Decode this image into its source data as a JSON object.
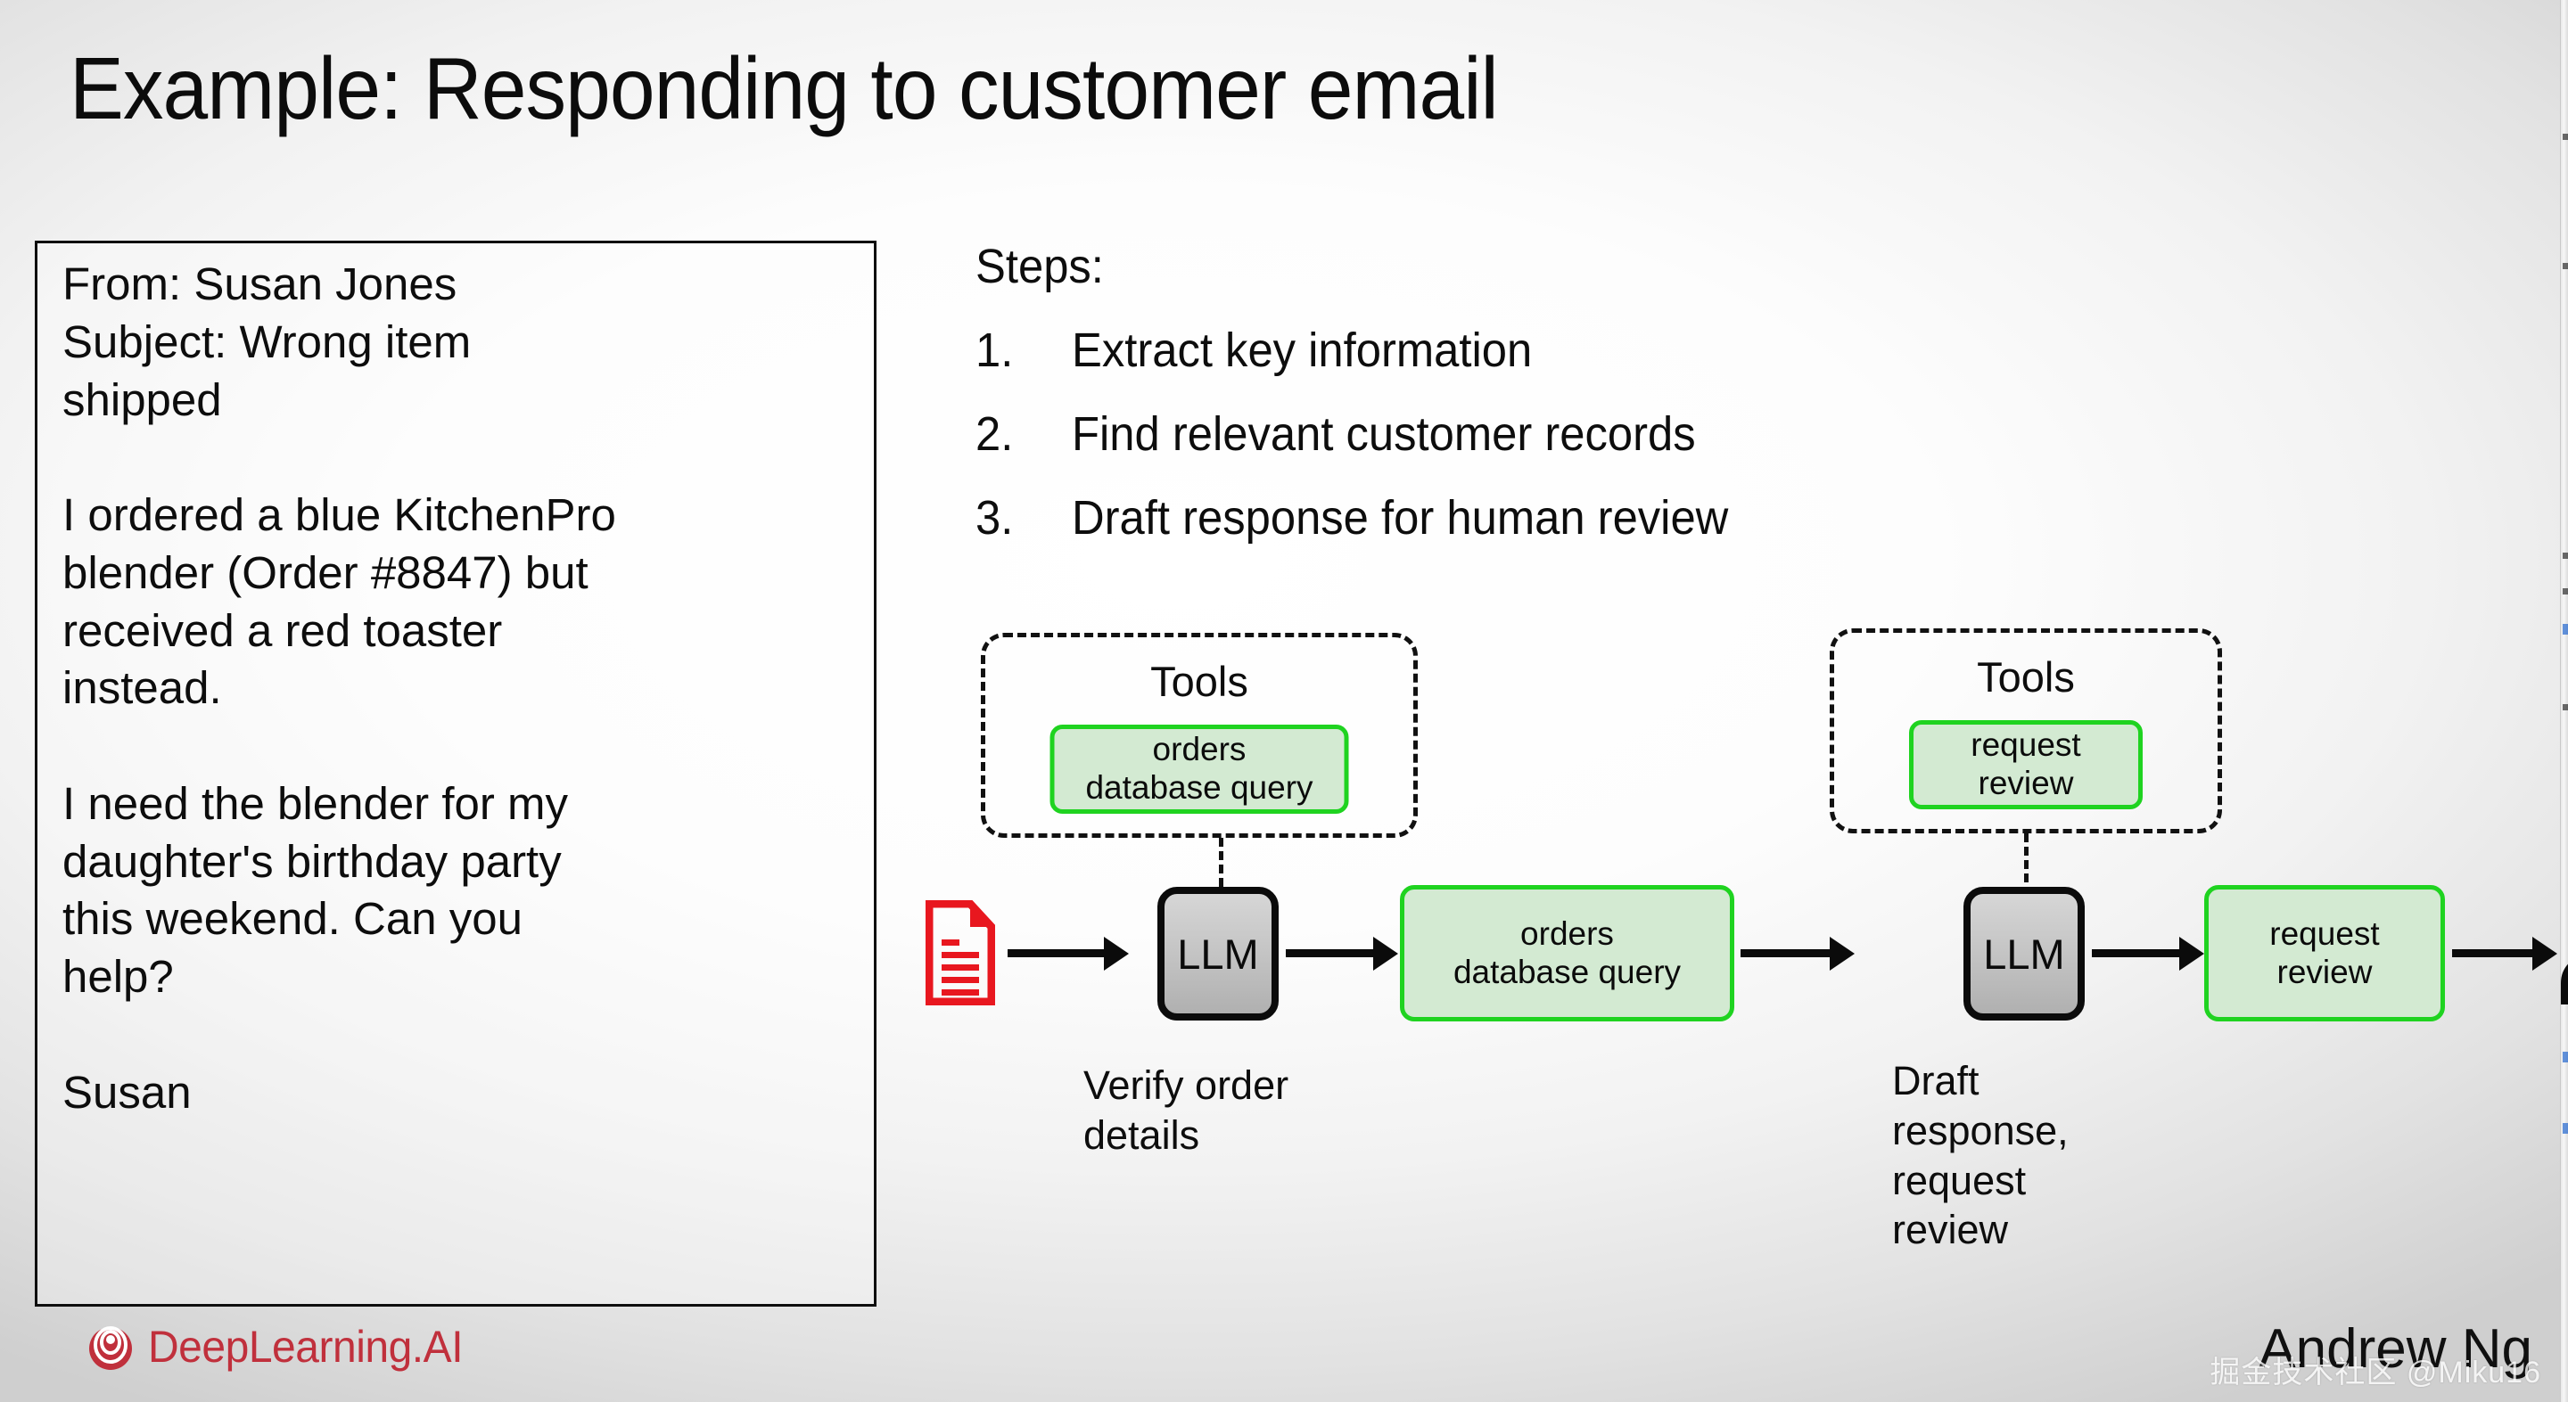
{
  "slide": {
    "title": "Example: Responding to customer email"
  },
  "email": {
    "body": "From: Susan Jones\nSubject: Wrong item\nshipped\n\nI ordered a blue KitchenPro\nblender (Order #8847) but\nreceived a red toaster\ninstead.\n\nI need the blender for my\ndaughter's birthday party\nthis weekend. Can you\nhelp?\n\nSusan",
    "from": "Susan Jones",
    "subject": "Wrong item shipped",
    "order_number": "#8847",
    "signature": "Susan"
  },
  "steps": {
    "heading": "Steps:",
    "items": [
      {
        "num": "1.",
        "text": "Extract key information"
      },
      {
        "num": "2.",
        "text": "Find relevant customer records"
      },
      {
        "num": "3.",
        "text": "Draft response for human review"
      }
    ]
  },
  "diagram": {
    "tools_group_1": {
      "label": "Tools",
      "chip": "orders\ndatabase query"
    },
    "tools_group_2": {
      "label": "Tools",
      "chip": "request\nreview"
    },
    "llm_1": "LLM",
    "llm_2": "LLM",
    "flow_chip_1": "orders\ndatabase query",
    "flow_chip_2": "request\nreview",
    "caption_1": "Verify order\ndetails",
    "caption_2": "Draft\nresponse,\nrequest\nreview",
    "input_icon": "document-icon",
    "output_icon": "person-icon",
    "colors": {
      "tool_border": "#1fd320",
      "tool_fill": "#d3ead2",
      "llm_fill": "#c4c4c4",
      "doc_icon": "#e8171f",
      "stroke": "#0b0b0b"
    }
  },
  "footer": {
    "logo_text": "DeepLearning.AI",
    "logo_color": "#c0303c",
    "author": "Andrew Ng",
    "watermark": "掘金技术社区 @Miku16"
  }
}
